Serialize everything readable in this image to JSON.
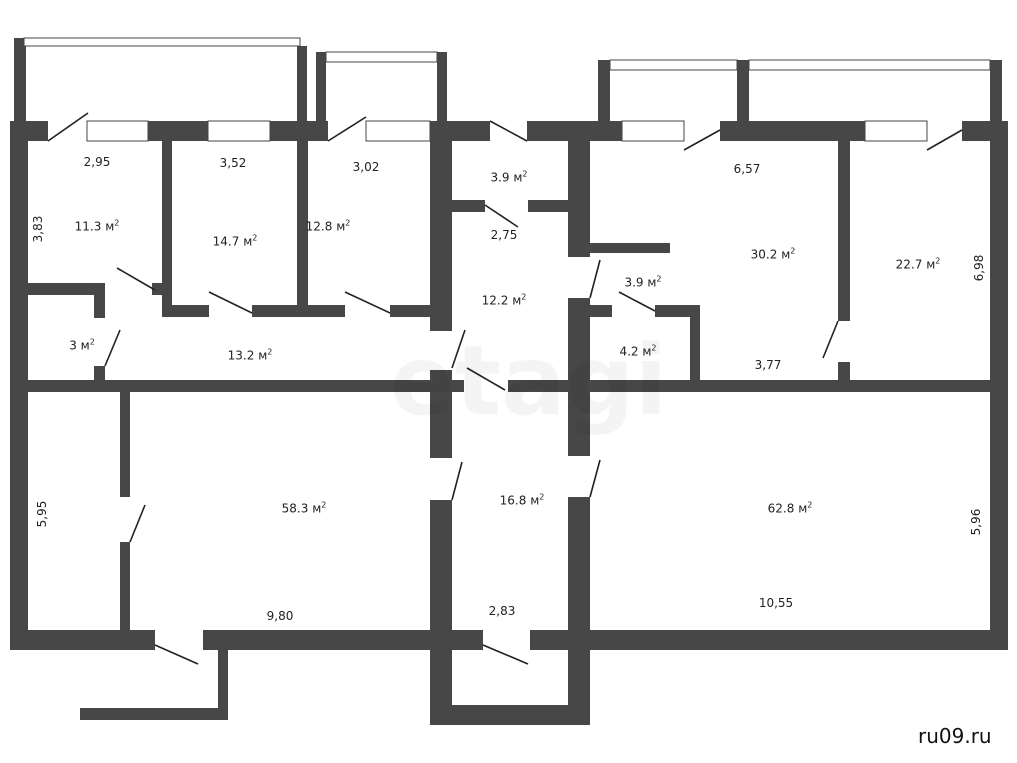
{
  "rooms": [
    {
      "area": "11.3 м",
      "unit": "2"
    },
    {
      "area": "14.7 м",
      "unit": "2"
    },
    {
      "area": "12.8 м",
      "unit": "2"
    },
    {
      "area": "3.9 м",
      "unit": "2"
    },
    {
      "area": "12.2 м",
      "unit": "2"
    },
    {
      "area": "3.9 м",
      "unit": "2"
    },
    {
      "area": "30.2 м",
      "unit": "2"
    },
    {
      "area": "22.7 м",
      "unit": "2"
    },
    {
      "area": "3 м",
      "unit": "2"
    },
    {
      "area": "13.2 м",
      "unit": "2"
    },
    {
      "area": "4.2 м",
      "unit": "2"
    },
    {
      "area": "58.3 м",
      "unit": "2"
    },
    {
      "area": "16.8 м",
      "unit": "2"
    },
    {
      "area": "62.8 м",
      "unit": "2"
    }
  ],
  "dimensions": [
    "2,95",
    "3,52",
    "3,02",
    "6,57",
    "3,83",
    "2,75",
    "6,98",
    "3,77",
    "5,95",
    "9,80",
    "2,83",
    "10,55",
    "5,96"
  ],
  "watermark": "etagi",
  "site": "ru09.ru"
}
